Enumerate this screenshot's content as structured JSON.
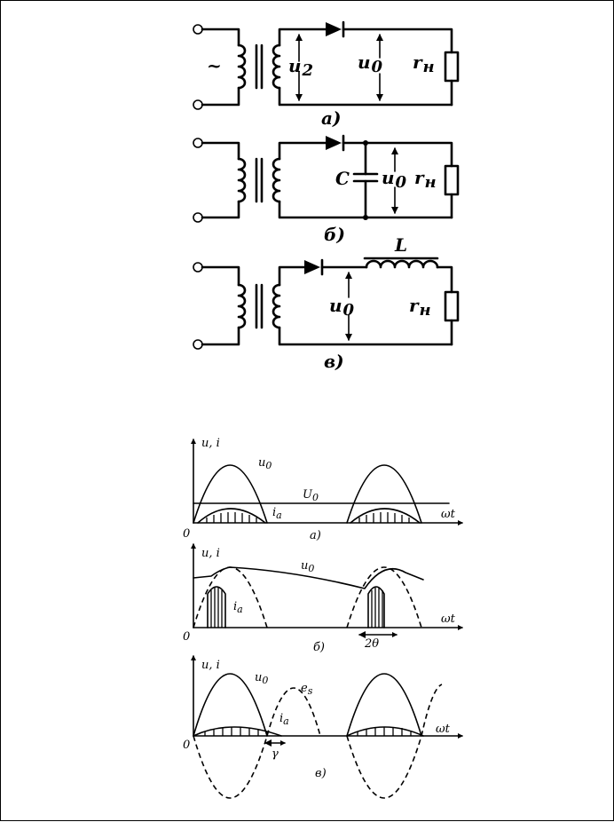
{
  "circuits": [
    {
      "caption": "а)",
      "labels": {
        "ac": "~",
        "u2": "u",
        "u2_sub": "2",
        "u0": "u",
        "u0_sub": "0",
        "load": "r",
        "load_sub": "н"
      }
    },
    {
      "caption": "б)",
      "labels": {
        "cap": "C",
        "u0": "u",
        "u0_sub": "0",
        "load": "r",
        "load_sub": "н"
      }
    },
    {
      "caption": "в)",
      "labels": {
        "ind": "L",
        "u0": "u",
        "u0_sub": "0",
        "load": "r",
        "load_sub": "н"
      }
    }
  ],
  "graphs": [
    {
      "caption": "а)",
      "labels": {
        "axis": "u, i",
        "origin": "0",
        "wt": "ωt",
        "u0": "u",
        "u0_sub": "0",
        "U0": "U",
        "U0_sub": "0",
        "ia": "i",
        "ia_sub": "a"
      }
    },
    {
      "caption": "б)",
      "labels": {
        "axis": "u, i",
        "origin": "0",
        "wt": "ωt",
        "u0": "u",
        "u0_sub": "0",
        "ia": "i",
        "ia_sub": "a",
        "theta": "2θ"
      }
    },
    {
      "caption": "в)",
      "labels": {
        "axis": "u, i",
        "origin": "0",
        "wt": "ωt",
        "u0": "u",
        "u0_sub": "0",
        "es": "e",
        "es_sub": "s",
        "ia": "i",
        "ia_sub": "a",
        "gamma": "γ"
      }
    }
  ]
}
